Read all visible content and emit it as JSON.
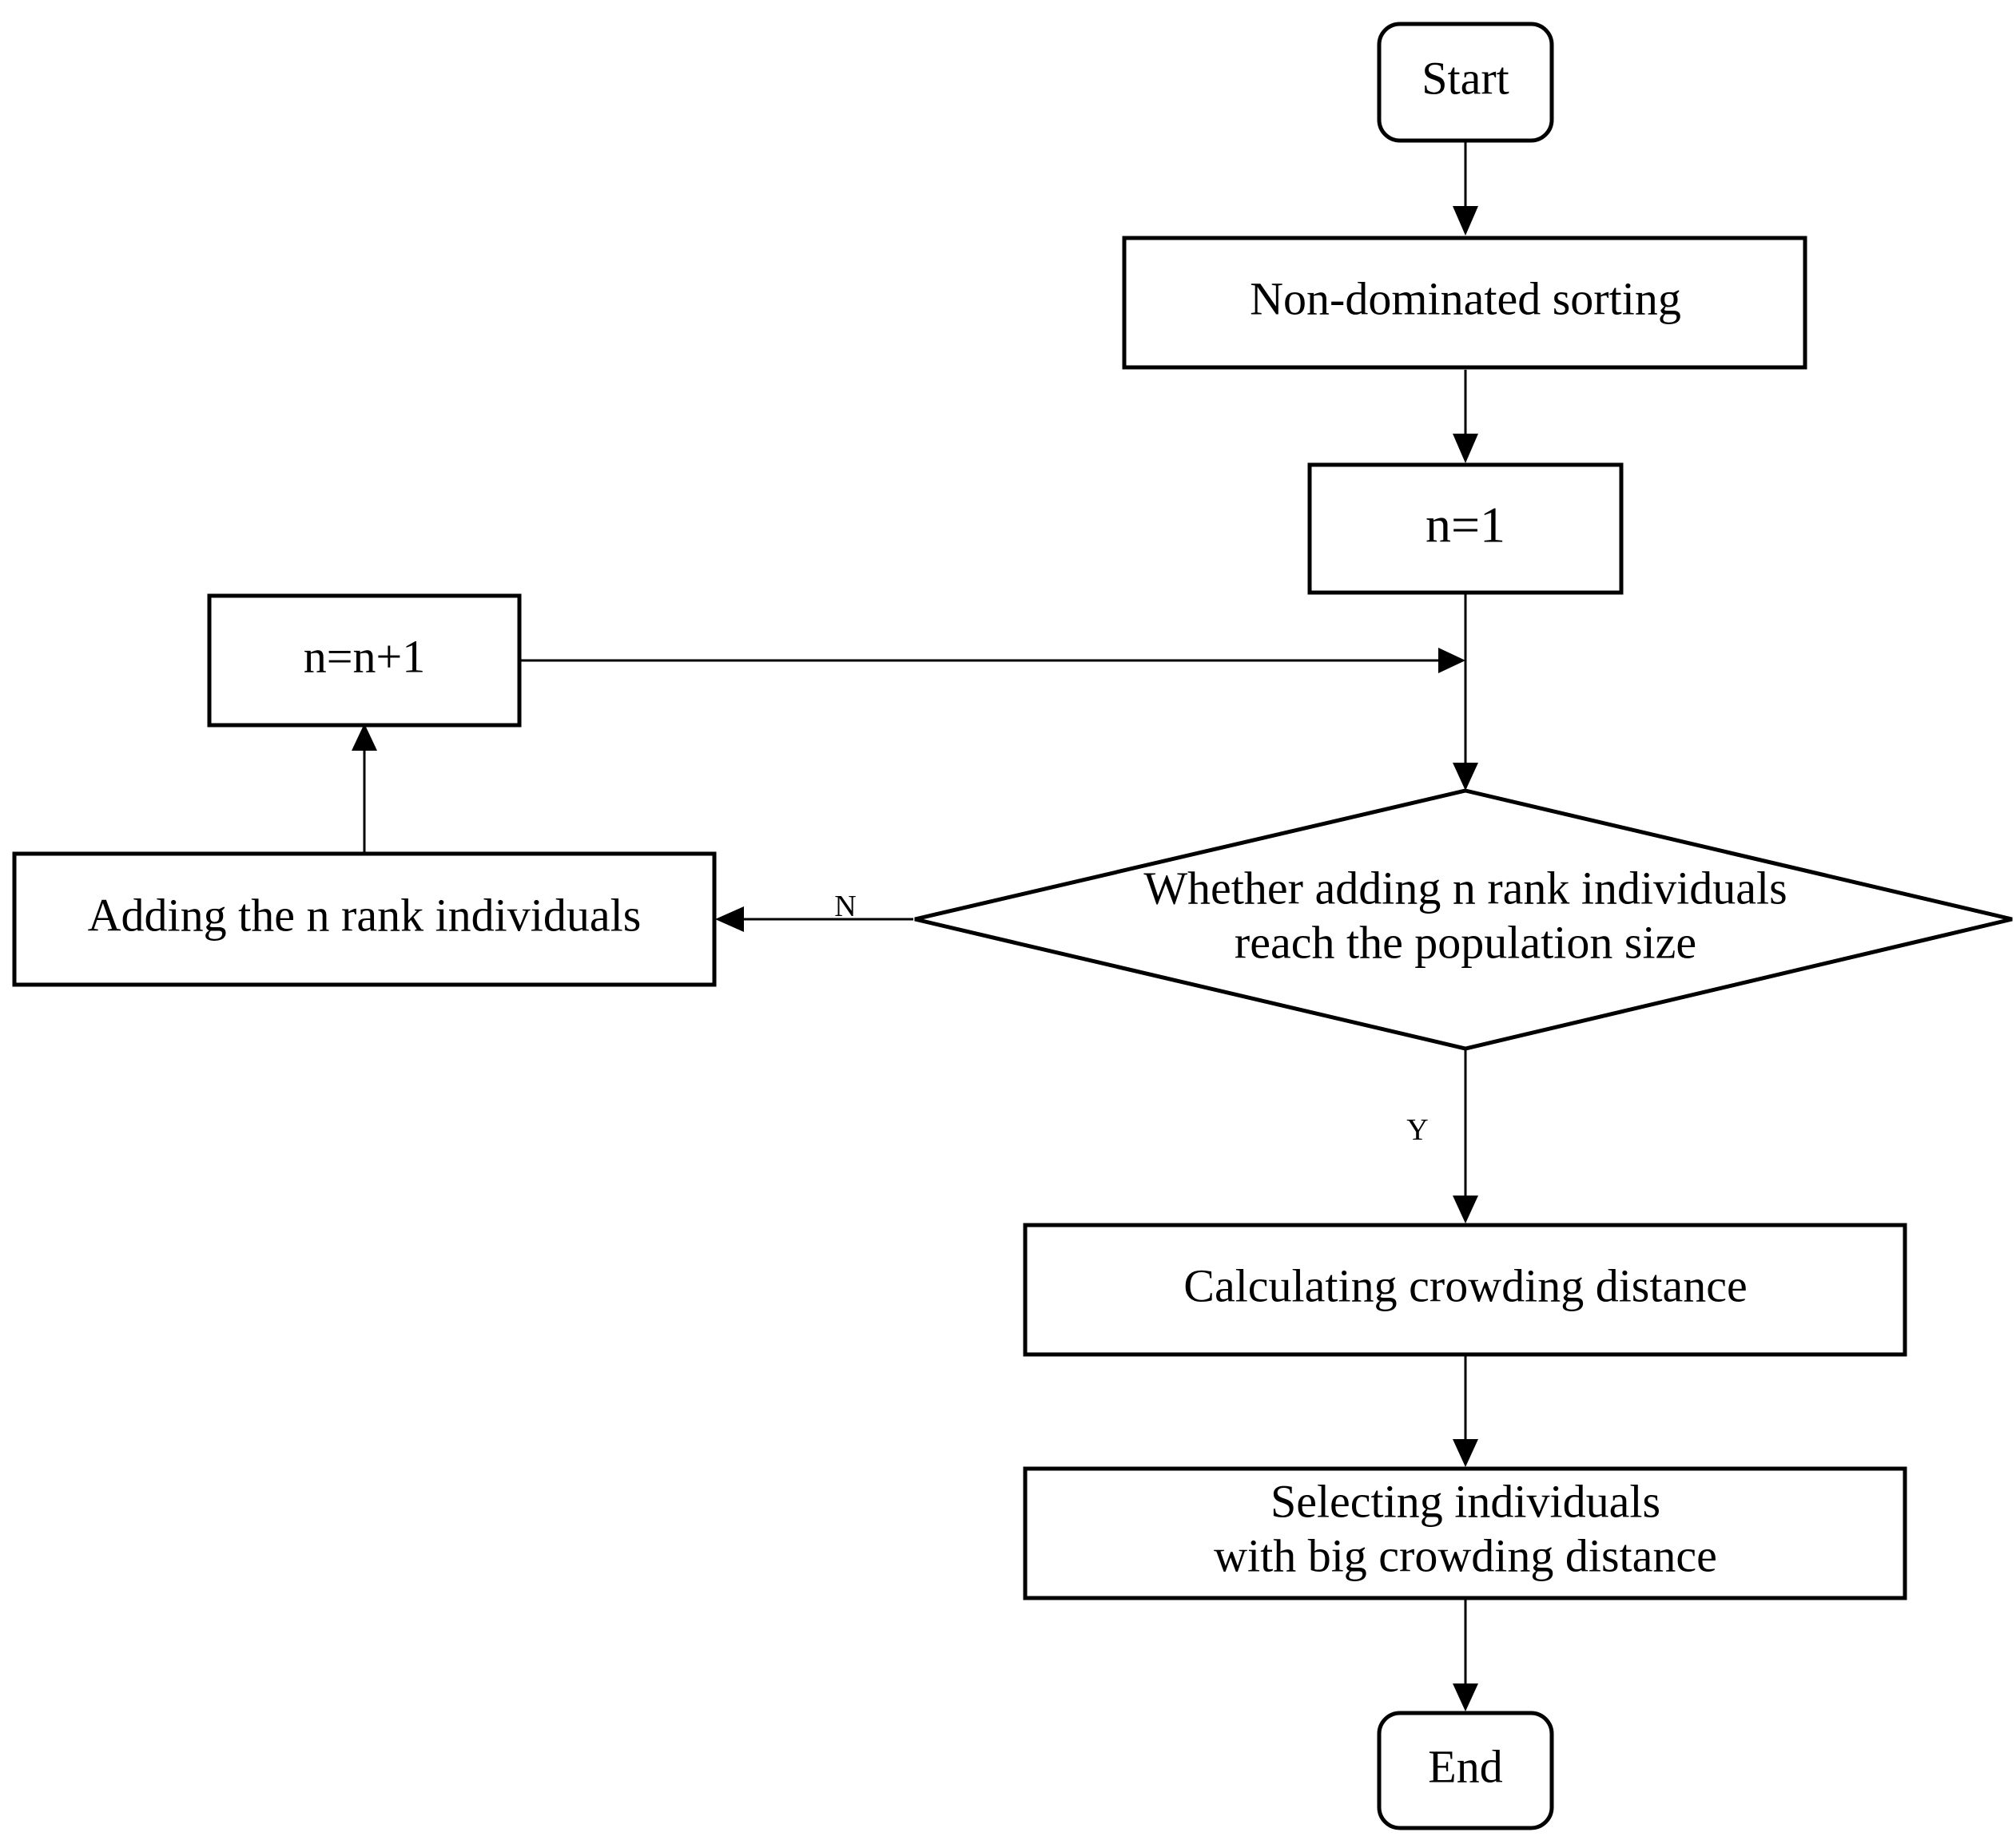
{
  "nodes": {
    "start": "Start",
    "sort": "Non-dominated sorting",
    "init": "n=1",
    "increment": "n=n+1",
    "add": "Adding the n rank individuals",
    "decision": {
      "line1": "Whether adding n rank individuals",
      "line2": "reach the population size"
    },
    "crowding": "Calculating crowding distance",
    "select": {
      "line1": "Selecting individuals",
      "line2": "with big crowding distance"
    },
    "end": "End"
  },
  "edges": {
    "no_label": "N",
    "yes_label": "Y"
  }
}
